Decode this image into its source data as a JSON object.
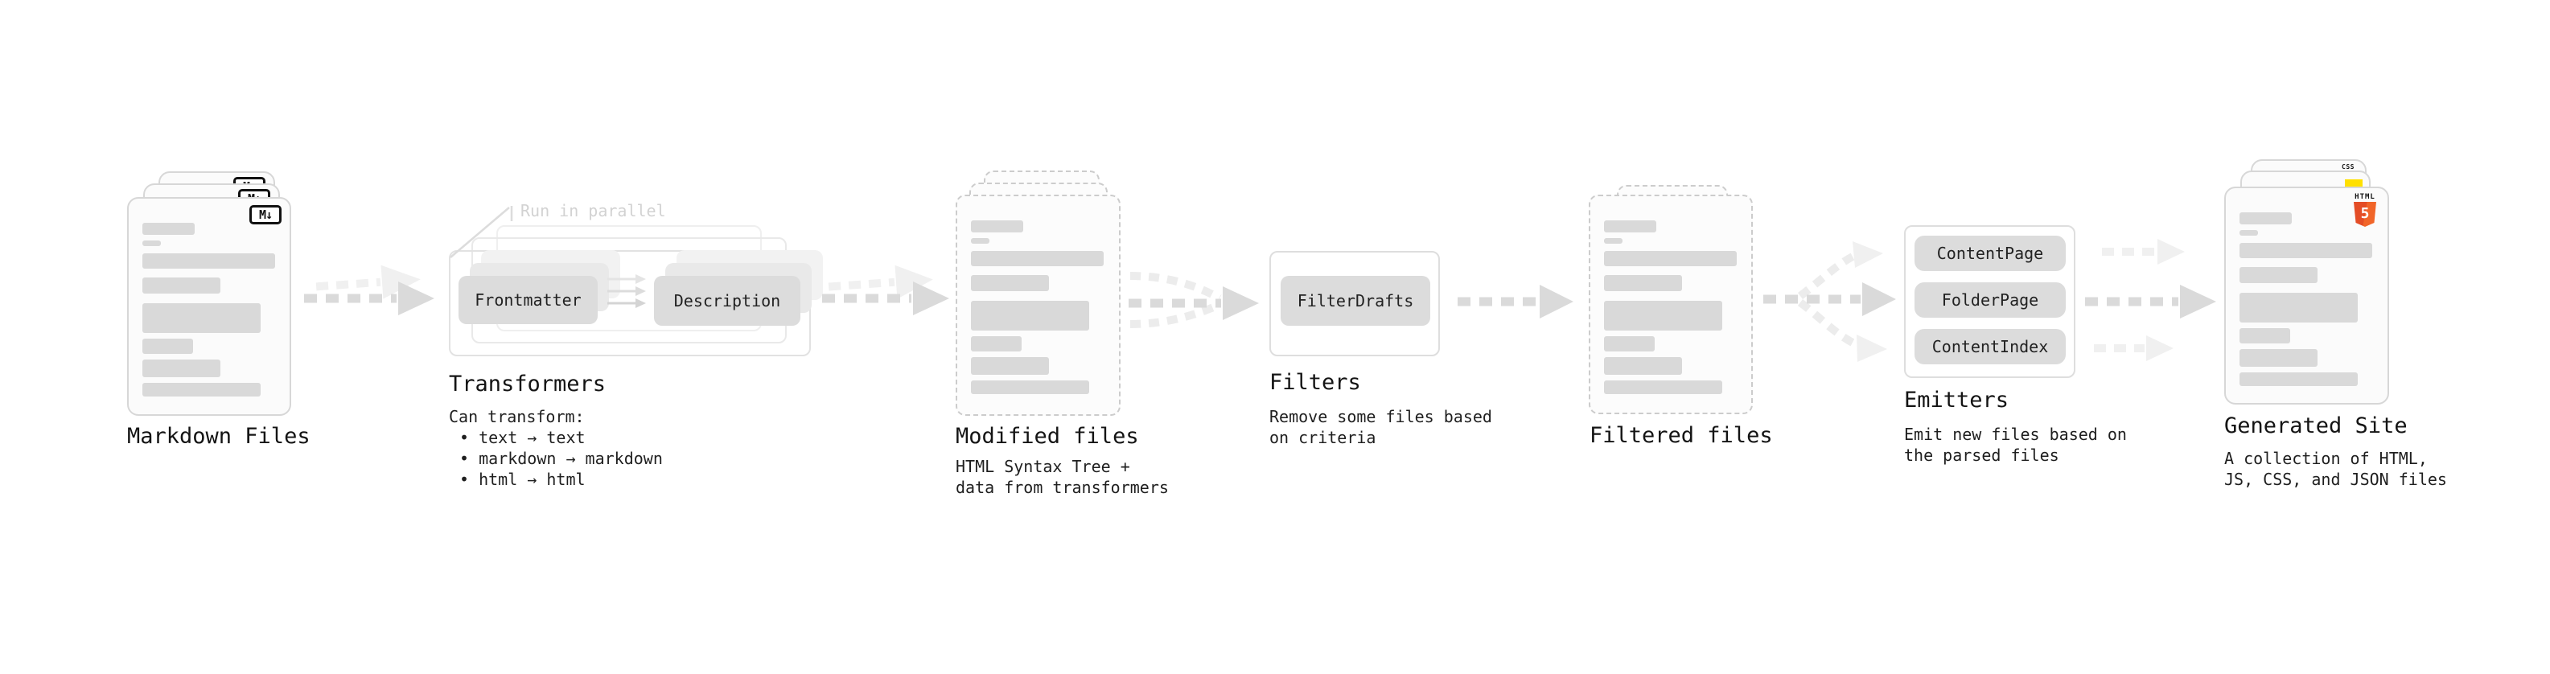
{
  "stages": {
    "markdown_files": {
      "label": "Markdown Files",
      "icon": "M↓"
    },
    "transformers": {
      "label": "Transformers",
      "note": "Run in parallel",
      "box_left": "Frontmatter",
      "box_right": "Description",
      "desc": [
        "Can transform:",
        "• text → text",
        "• markdown → markdown",
        "• html → html"
      ]
    },
    "modified_files": {
      "label": "Modified files",
      "desc": [
        "HTML Syntax Tree +",
        "data from transformers"
      ]
    },
    "filters": {
      "label": "Filters",
      "box": "FilterDrafts",
      "desc": [
        "Remove some files based",
        "on criteria"
      ]
    },
    "filtered_files": {
      "label": "Filtered files"
    },
    "emitters": {
      "label": "Emitters",
      "boxes": [
        "ContentPage",
        "FolderPage",
        "ContentIndex"
      ],
      "desc": [
        "Emit new files based on",
        "the parsed files"
      ]
    },
    "generated_site": {
      "label": "Generated Site",
      "desc": [
        "A collection of HTML,",
        "JS, CSS, and JSON files"
      ],
      "badges": {
        "css": "CSS",
        "html_brand": "HTML",
        "html_number": "5"
      }
    }
  },
  "colors": {
    "background": "#ffffff",
    "card_border": "#d7d7d7",
    "dashed_border": "#cccccc",
    "placeholder_bar": "#d9d9d9",
    "box_fill": "#dcdcdc",
    "arrow_dark": "#dadada",
    "arrow_light": "#f0f0f0",
    "note_text": "#d2d2d2",
    "html5_orange": "#e44d26",
    "html5_orange_light": "#f16529",
    "js_yellow": "#ffe000",
    "css_blue": "#2965f1"
  }
}
